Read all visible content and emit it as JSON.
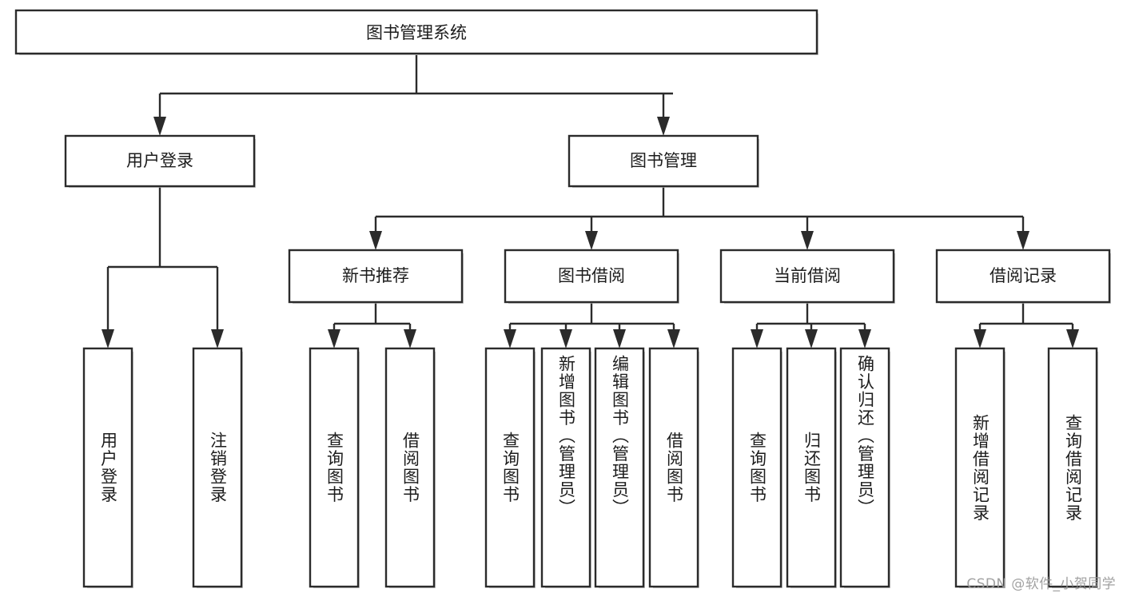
{
  "diagram": {
    "type": "tree-flowchart",
    "title": "图书管理系统",
    "colors": {
      "box_border": "#2b2b2b",
      "box_fill": "#ffffff",
      "line": "#2b2b2b",
      "text": "#1c1c1c",
      "watermark": "#9a9a9a",
      "background": "#ffffff"
    },
    "root": {
      "label": "图书管理系统"
    },
    "level2": [
      {
        "id": "user-login",
        "label": "用户登录"
      },
      {
        "id": "book-manage",
        "label": "图书管理"
      }
    ],
    "level3": [
      {
        "id": "new-book-recommend",
        "label": "新书推荐"
      },
      {
        "id": "book-borrow",
        "label": "图书借阅"
      },
      {
        "id": "current-borrow",
        "label": "当前借阅"
      },
      {
        "id": "borrow-record",
        "label": "借阅记录"
      }
    ],
    "leaves": {
      "user-login": [
        {
          "id": "leaf-user-login",
          "label": "用户登录"
        },
        {
          "id": "leaf-logout-login",
          "label": "注销登录"
        }
      ],
      "new-book-recommend": [
        {
          "id": "leaf-query-book-1",
          "label": "查询图书"
        },
        {
          "id": "leaf-borrow-book-1",
          "label": "借阅图书"
        }
      ],
      "book-borrow": [
        {
          "id": "leaf-query-book-2",
          "label": "查询图书"
        },
        {
          "id": "leaf-add-book",
          "label": "新增图书（管理员）"
        },
        {
          "id": "leaf-edit-book",
          "label": "编辑图书（管理员）"
        },
        {
          "id": "leaf-borrow-book-2",
          "label": "借阅图书"
        }
      ],
      "current-borrow": [
        {
          "id": "leaf-query-book-3",
          "label": "查询图书"
        },
        {
          "id": "leaf-return-book",
          "label": "归还图书"
        },
        {
          "id": "leaf-confirm-return",
          "label": "确认归还（管理员）"
        }
      ],
      "borrow-record": [
        {
          "id": "leaf-add-record",
          "label": "新增借阅记录"
        },
        {
          "id": "leaf-query-record",
          "label": "查询借阅记录"
        }
      ]
    }
  },
  "watermark": {
    "text": "CSDN @软件_小贺同学"
  }
}
